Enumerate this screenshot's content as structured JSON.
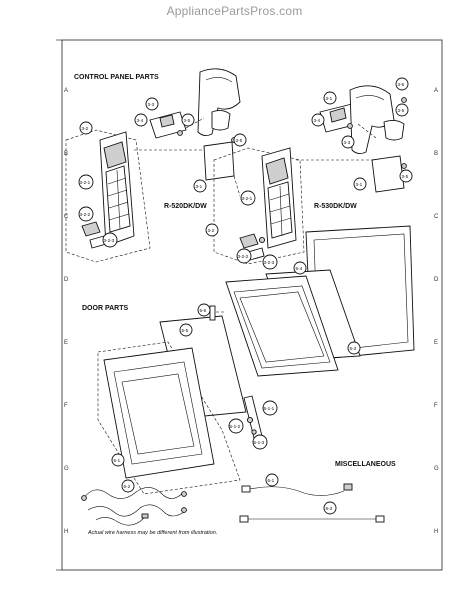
{
  "header": {
    "site": "AppliancePartsPros.com"
  },
  "grid": {
    "rows": [
      "A",
      "B",
      "C",
      "D",
      "E",
      "F",
      "G",
      "H"
    ]
  },
  "sections": {
    "control_panel": "CONTROL PANEL PARTS",
    "door": "DOOR PARTS",
    "misc": "MISCELLANEOUS"
  },
  "models": {
    "left": "R-520DK/DW",
    "right": "R-530DK/DW"
  },
  "note": "Actual wire harness may be different from illustration.",
  "callouts": {
    "left_bracket_top": "3-3",
    "left_latch": "3-4",
    "left_screw_a": "3-5",
    "left_screw_b": "3-5",
    "left_pcb": "3-1",
    "left_panel_frame": "3-2",
    "left_keypad": "3-2-1",
    "left_button_a": "3-2-2",
    "left_button_b": "3-2-3",
    "right_bracket_top": "3-1",
    "right_latch": "3-4",
    "right_screw_a": "3-5",
    "right_screw_b": "3-5",
    "right_screw_c": "3-5",
    "right_pcb": "3-1",
    "right_bracket": "3-3",
    "right_keypad": "3-2-1",
    "right_panel_frame": "3-2",
    "right_button_a": "3-2-2",
    "right_button_b": "3-2-3",
    "door_choke": "5-4",
    "door_seal": "5-6",
    "door_screen": "5-5",
    "door_glass": "5-3",
    "door_frame": "5-1",
    "door_latch_a": "5-1-1",
    "door_latch_b": "5-1-2",
    "door_latch_c": "5-1-3",
    "harness_main": "6-2",
    "harness_a": "6-1",
    "harness_b": "6-3"
  }
}
